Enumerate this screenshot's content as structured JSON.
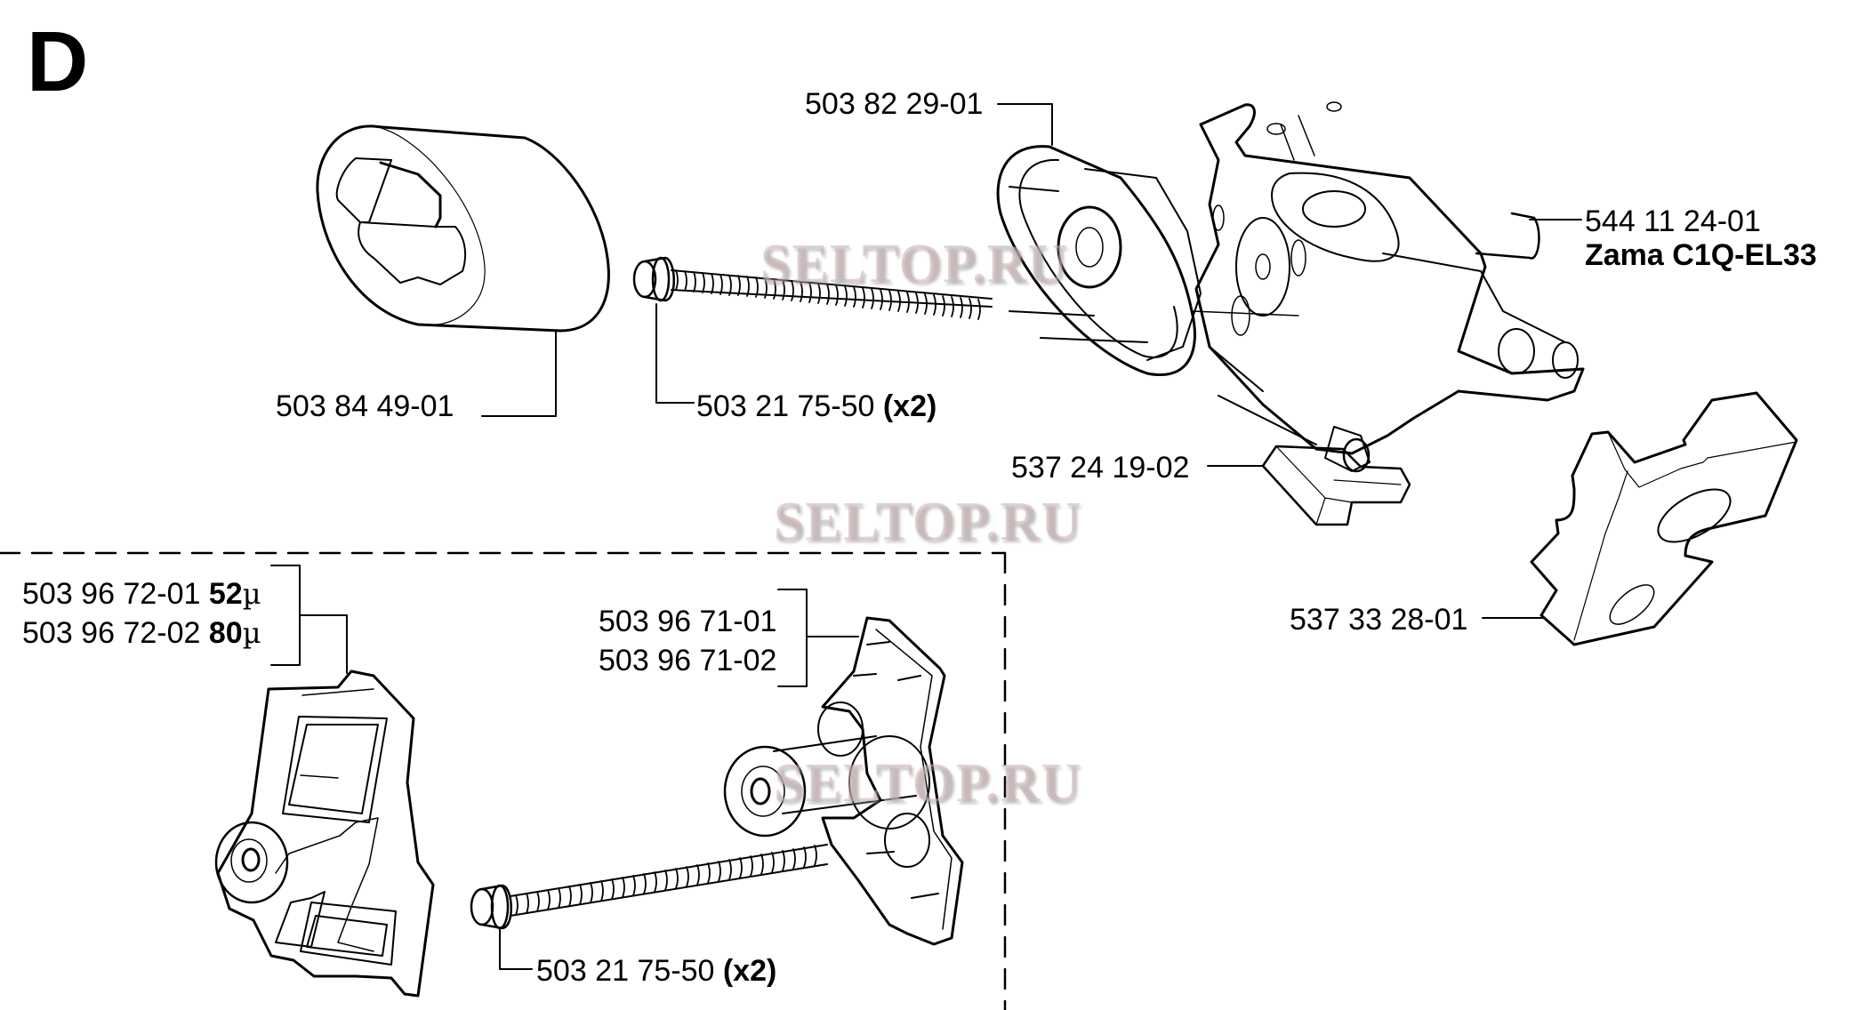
{
  "diagram": {
    "section_letter": "D",
    "watermark_text": "SELTOP.RU",
    "parts": [
      {
        "id": "air-filter",
        "part_number": "503 84 49-01"
      },
      {
        "id": "bolt-top",
        "part_number": "503 21 75-50",
        "qty": "(x2)"
      },
      {
        "id": "filter-holder",
        "part_number": "503 82 29-01"
      },
      {
        "id": "carburetor",
        "part_number": "544 11 24-01",
        "model": "Zama C1Q-EL33"
      },
      {
        "id": "gasket-small",
        "part_number": "537 24 19-02"
      },
      {
        "id": "gasket-plate",
        "part_number": "537 33 28-01"
      },
      {
        "id": "filter-element",
        "variants": [
          {
            "part_number": "503 96 72-01",
            "mesh": "52",
            "unit": "µ"
          },
          {
            "part_number": "503 96 72-02",
            "mesh": "80",
            "unit": "µ"
          }
        ]
      },
      {
        "id": "filter-base",
        "variants": [
          {
            "part_number": "503 96 71-01"
          },
          {
            "part_number": "503 96 71-02"
          }
        ]
      },
      {
        "id": "bolt-bottom",
        "part_number": "503 21 75-50",
        "qty": "(x2)"
      }
    ]
  }
}
